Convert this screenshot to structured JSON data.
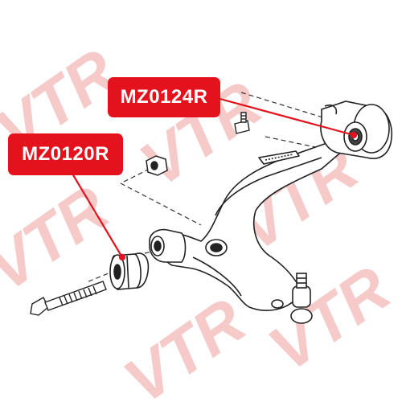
{
  "labels": {
    "upper_part": "MZ0124R",
    "lower_part": "MZ0120R"
  },
  "watermark": {
    "text": "VTR",
    "color": "#f7c9c9"
  },
  "colors": {
    "label_bg": "#e3121c",
    "label_text": "#ffffff",
    "leader_line": "#e3121c",
    "line_art": "#222222"
  }
}
